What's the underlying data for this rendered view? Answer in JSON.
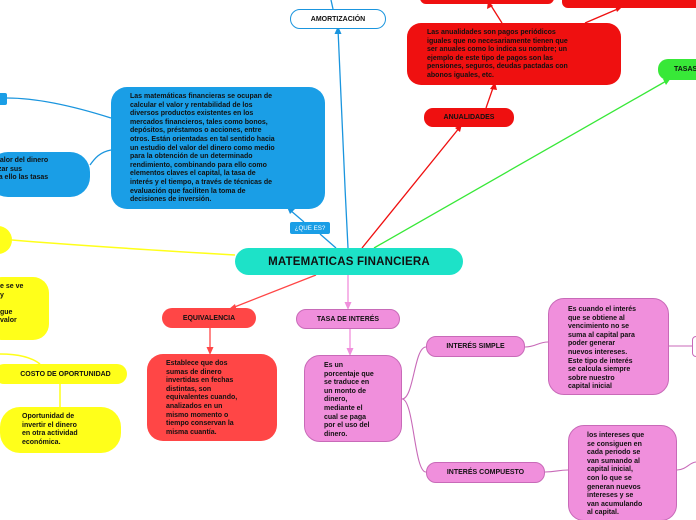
{
  "colors": {
    "central": "#1de2c8",
    "blue": "#1a9ee6",
    "red": "#ef1010",
    "green": "#38e838",
    "yellow": "#ffff1a",
    "coral": "#ff4646",
    "pink": "#f08fdc"
  },
  "nodes": {
    "central": "MATEMATICAS FINANCIERA",
    "amortizacion": "AMORTIZACIÓN",
    "que_es": "¿QUE ES?",
    "definicion": [
      "Las matemáticas financieras se ocupan de",
      "calcular el valor y rentabilidad de los",
      "diversos productos existentes en los",
      "mercados financieros, tales como bonos,",
      "depósitos, préstamos o acciones, entre",
      "otros. Están orientadas en tal sentido hacia",
      "un estudio del valor del dinero como medio",
      "para la obtención de un determinado",
      "rendimiento, combinando para ello como",
      "elementos claves el capital, la tasa de",
      "interés y el tiempo, a través de técnicas de",
      "evaluación que faciliten la toma de",
      "decisiones de inversión."
    ],
    "left_blue": [
      "valor del dinero",
      "izar sus",
      "ra ello las tasas"
    ],
    "anualidades": "ANUALIDADES",
    "anualidades_def": [
      "Las anualidades son pagos periódicos",
      "iguales que no necesariamente tienen que",
      "ser anuales como lo indica su nombre; un",
      "ejemplo de este tipo de pagos son las",
      "pensiones, seguros, deudas pactadas con",
      "abonos iguales, etc."
    ],
    "tasas": "TASAS",
    "yellow_left": [
      "e se ve",
      "y",
      "",
      "gue",
      "valor"
    ],
    "equivalencia": "EQUIVALENCIA",
    "equivalencia_def": [
      "Establece que dos",
      "sumas de dinero",
      "invertidas en fechas",
      "distintas, son",
      "equivalentes cuando,",
      "analizados en un",
      "mismo momento o",
      "tiempo conservan la",
      "misma cuantía."
    ],
    "costo": "COSTO DE OPORTUNIDAD",
    "costo_def": [
      "Oportunidad de",
      "invertir el dinero",
      "en otra actividad",
      "económica."
    ],
    "tasa_interes": "TASA DE INTERÉS",
    "tasa_def": [
      "Es un",
      "porcentaje que",
      "se traduce en",
      "un monto de",
      "dinero,",
      "mediante el",
      "cual se paga",
      "por el uso del",
      "dinero."
    ],
    "simple": "INTERÉS SIMPLE",
    "simple_def": [
      "Es cuando el interés",
      "que se obtiene al",
      "vencimiento no se",
      "suma al capital para",
      "poder generar",
      "nuevos intereses.",
      "Este tipo de interés",
      "se calcula siempre",
      "sobre nuestro",
      "capital inicial"
    ],
    "compuesto": "INTERÉS COMPUESTO",
    "compuesto_def": [
      "los intereses que",
      "se consiguen en",
      "cada periodo se",
      "van sumando al",
      "capital inicial,",
      "con lo que se",
      "generan nuevos",
      "intereses y se",
      "van acumulando",
      "al capital."
    ]
  }
}
